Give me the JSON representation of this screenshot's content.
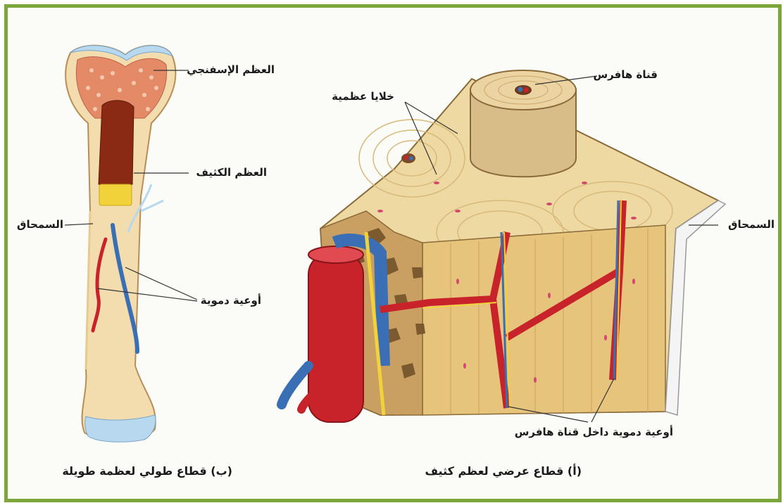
{
  "labels": {
    "spongy_bone": "العظم الإسفنجي",
    "compact_bone_long": "العظم الكثيف",
    "periosteum_long": "السمحاق",
    "blood_vessels": "أوعية دموية",
    "haversian_canal": "قناة هافرس",
    "bone_cells": "خلايا عظمية",
    "periosteum_cross": "السمحاق",
    "vessels_in_canal": "أوعية دموية داخل قناة هافرس"
  },
  "captions": {
    "cross_section": "(أ) قطاع عرضي لعظم كثيف",
    "longitudinal_section": "(ب) قطاع طولي لعظمة طويلة"
  },
  "colors": {
    "frame": "#7aa63a",
    "bone": "#f3dcae",
    "spongy": "#e07a5a",
    "marrow": "#8a2a14",
    "artery": "#c8222a",
    "vein": "#3a6fb5",
    "nerve": "#f2d23a"
  }
}
